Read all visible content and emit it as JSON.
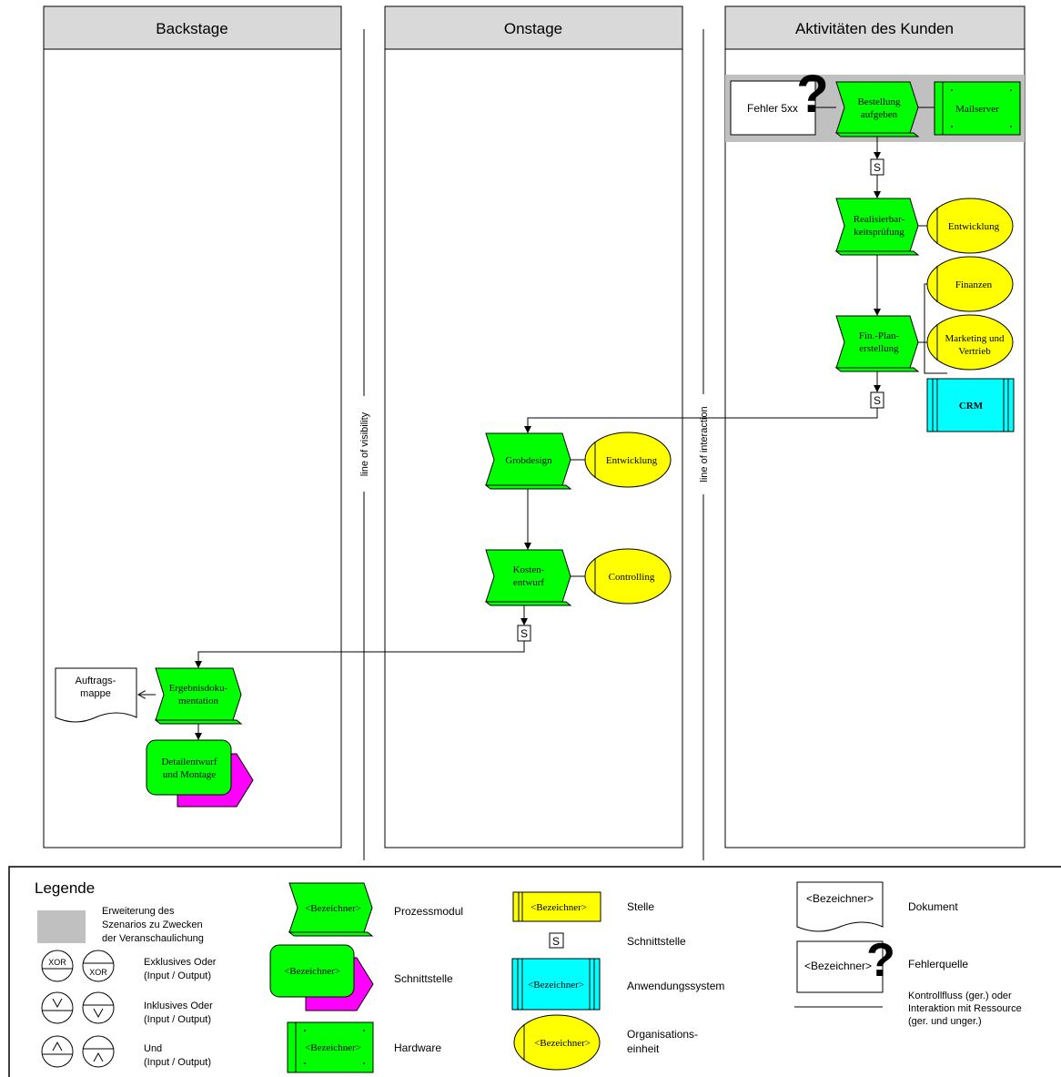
{
  "colors": {
    "process": "#00ff00",
    "org_unit": "#ffff00",
    "app_system": "#00ffff",
    "interface_module": "#ff00ff",
    "lane_header": "#d9d9d9",
    "highlight": "#c0c0c0"
  },
  "lanes": [
    {
      "title": "Backstage"
    },
    {
      "title": "Onstage"
    },
    {
      "title": "Aktivitäten des Kunden"
    }
  ],
  "separators": {
    "visibility": "line of visibility",
    "interaction": "line of interaction"
  },
  "nodes": {
    "error_5xx": "Fehler 5xx",
    "order_l1": "Bestellung",
    "order_l2": "aufgeben",
    "mailserver": "Mailserver",
    "feasibility_l1": "Realisierbar-",
    "feasibility_l2": "keitsprüfung",
    "entwicklung_1": "Entwicklung",
    "finanzen": "Finanzen",
    "finplan_l1": "Fin.-Plan-",
    "finplan_l2": "erstellung",
    "marketing_l1": "Marketing und",
    "marketing_l2": "Vertrieb",
    "crm": "CRM",
    "grobdesign": "Grobdesign",
    "entwicklung_2": "Entwicklung",
    "kosten_l1": "Kosten-",
    "kosten_l2": "entwurf",
    "controlling": "Controlling",
    "ergebnis_l1": "Ergebnisdoku-",
    "ergebnis_l2": "mentation",
    "auftrags_l1": "Auftrags-",
    "auftrags_l2": "mappe",
    "detail_l1": "Detailentwurf",
    "detail_l2": "und Montage",
    "interface_marker": "S"
  },
  "legend": {
    "title": "Legende",
    "scenario_l1": "Erweiterung des",
    "scenario_l2": "Szenarios zu Zwecken",
    "scenario_l3": "der Veranschaulichung",
    "xor_symbol": "XOR",
    "xor_l1": "Exklusives Oder",
    "xor_l2": "(Input / Output)",
    "or_l1": "Inklusives Oder",
    "or_l2": "(Input / Output)",
    "and_l1": "Und",
    "and_l2": "(Input / Output)",
    "placeholder": "<Bezeichner>",
    "prozessmodul": "Prozessmodul",
    "schnittstelle_module": "Schnittstelle",
    "hardware": "Hardware",
    "stelle": "Stelle",
    "schnittstelle_marker": "Schnittstelle",
    "anwendungssystem": "Anwendungssystem",
    "org_l1": "Organisations-",
    "org_l2": "einheit",
    "dokument": "Dokument",
    "fehlerquelle": "Fehlerquelle",
    "flow_l1": "Kontrollfluss (ger.) oder",
    "flow_l2": "Interaktion mit Ressource",
    "flow_l3": "(ger. und unger.)"
  }
}
